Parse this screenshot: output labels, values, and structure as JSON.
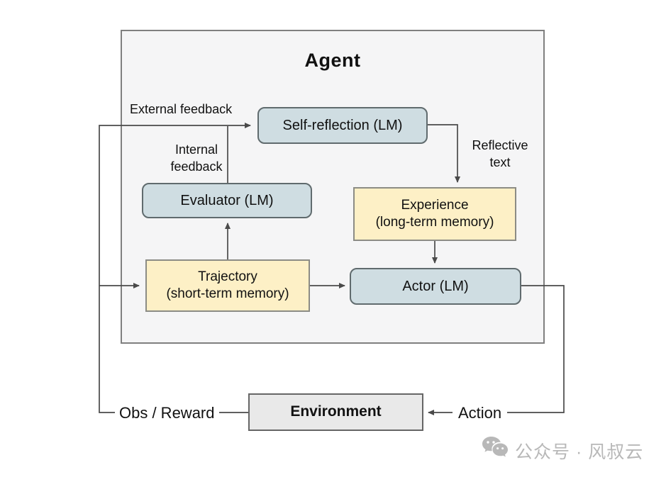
{
  "diagram": {
    "title": "Agent",
    "nodes": {
      "self_reflection": {
        "label": "Self-reflection (LM)"
      },
      "evaluator": {
        "label": "Evaluator (LM)"
      },
      "experience": {
        "label": "Experience",
        "sublabel": "(long-term memory)"
      },
      "trajectory": {
        "label": "Trajectory",
        "sublabel": "(short-term memory)"
      },
      "actor": {
        "label": "Actor (LM)"
      },
      "environment": {
        "label": "Environment"
      }
    },
    "edge_labels": {
      "external_feedback": "External feedback",
      "internal_feedback_line1": "Internal",
      "internal_feedback_line2": "feedback",
      "reflective_line1": "Reflective",
      "reflective_line2": "text",
      "obs_reward": "Obs / Reward",
      "action": "Action"
    },
    "colors": {
      "agent_fill": "#f5f5f6",
      "agent_border": "#7f7f7f",
      "lm_node_fill": "#cfdde2",
      "lm_node_border": "#606b6e",
      "memory_node_fill": "#fdf0c6",
      "memory_node_border": "#8c8c85",
      "environment_fill": "#e9e9e9",
      "environment_border": "#666666",
      "connector": "#4a4a4a",
      "watermark": "#b8b8b8"
    }
  },
  "watermark": {
    "text": "公众号 · 风叔云",
    "icon": "wechat-icon"
  }
}
